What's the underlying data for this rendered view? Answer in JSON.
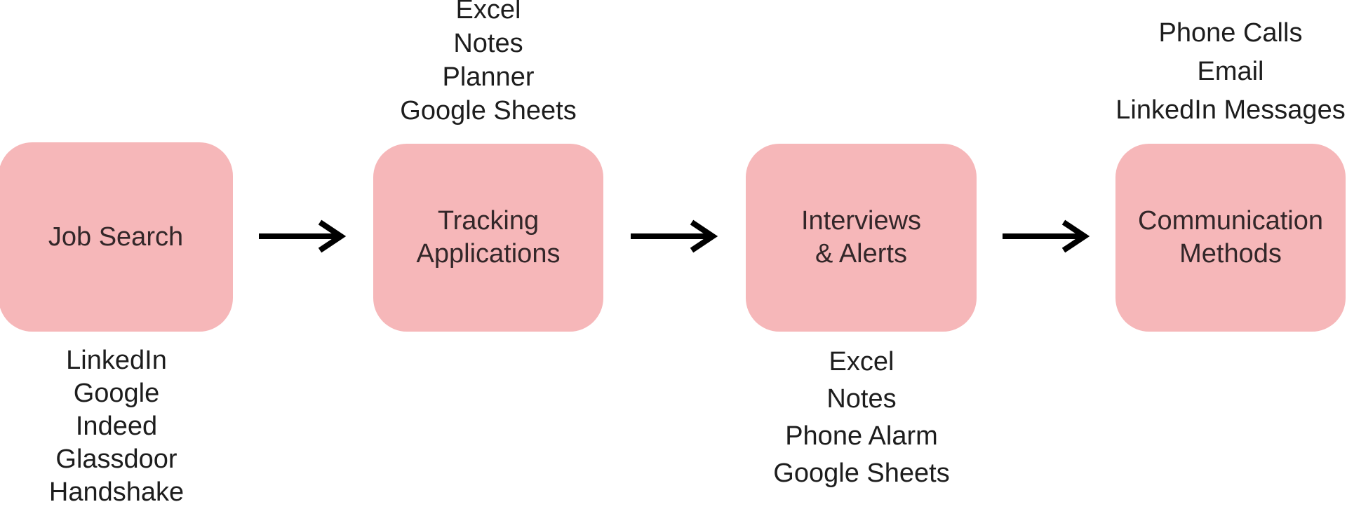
{
  "page": {
    "background": "#FFFFFF"
  },
  "colors": {
    "node_fill": "#F6B7B9",
    "node_text": "#332729",
    "annotation_text": "#1D1D1D",
    "arrow": "#000000"
  },
  "flowchart": {
    "nodes": [
      {
        "id": "job-search",
        "label": "Job Search",
        "lines": [
          "Job Search"
        ],
        "annotation_position": "below",
        "annotation": [
          "LinkedIn",
          "Google",
          "Indeed",
          "Glassdoor",
          "Handshake"
        ]
      },
      {
        "id": "tracking-applications",
        "label": "Tracking Applications",
        "lines": [
          "Tracking",
          "Applications"
        ],
        "annotation_position": "above",
        "annotation": [
          "Excel",
          "Notes",
          "Planner",
          "Google Sheets"
        ]
      },
      {
        "id": "interviews-alerts",
        "label": "Interviews & Alerts",
        "lines": [
          "Interviews",
          "& Alerts"
        ],
        "annotation_position": "below",
        "annotation": [
          "Excel",
          "Notes",
          "Phone Alarm",
          "Google Sheets"
        ]
      },
      {
        "id": "communication-methods",
        "label": "Communication Methods",
        "lines": [
          "Communication",
          "Methods"
        ],
        "annotation_position": "above",
        "annotation": [
          "Phone Calls",
          "Email",
          "LinkedIn Messages"
        ]
      }
    ],
    "connections": [
      {
        "from": "Job Search",
        "to": "Tracking Applications"
      },
      {
        "from": "Tracking Applications",
        "to": "Interviews & Alerts"
      },
      {
        "from": "Interviews & Alerts",
        "to": "Communication Methods"
      }
    ]
  }
}
